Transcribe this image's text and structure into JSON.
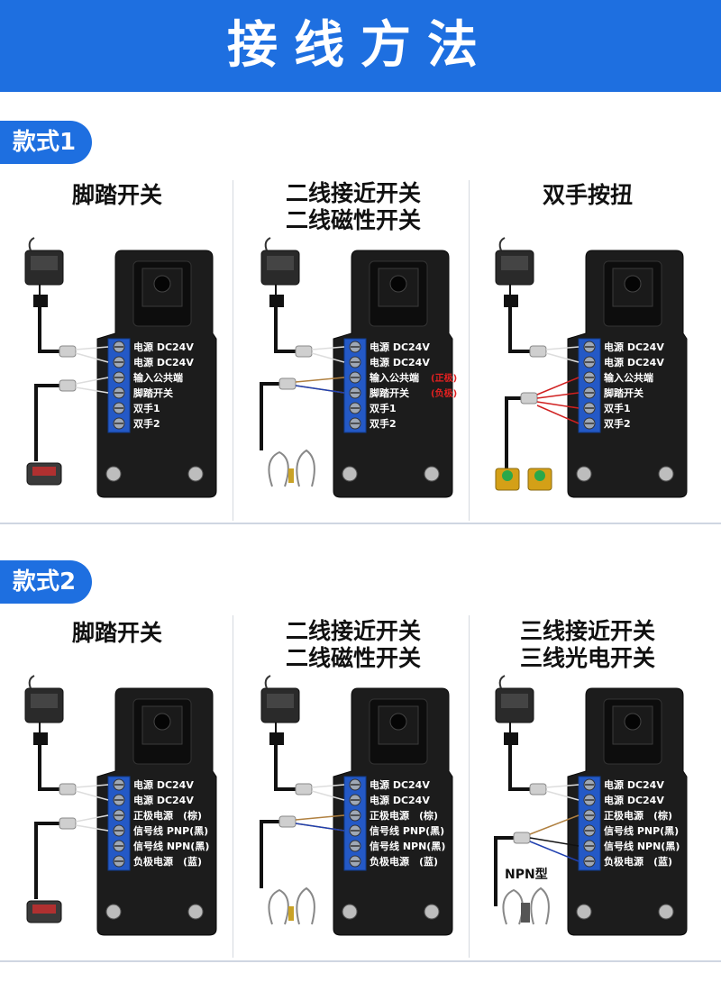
{
  "header": {
    "title": "接线方法"
  },
  "section1": {
    "label": "款式1",
    "panels": [
      {
        "title": [
          "脚踏开关"
        ],
        "terminals": [
          "电源 DC24V",
          "电源 DC24V",
          "输入公共端",
          "脚踏开关",
          "双手1",
          "双手2"
        ]
      },
      {
        "title": [
          "二线接近开关",
          "二线磁性开关"
        ],
        "terminals": [
          "电源 DC24V",
          "电源 DC24V",
          "输入公共端",
          "脚踏开关",
          "双手1",
          "双手2"
        ],
        "notes": [
          "(正极)",
          "(负极)"
        ]
      },
      {
        "title": [
          "双手按扭"
        ],
        "terminals": [
          "电源 DC24V",
          "电源 DC24V",
          "输入公共端",
          "脚踏开关",
          "双手1",
          "双手2"
        ]
      }
    ]
  },
  "section2": {
    "label": "款式2",
    "panels": [
      {
        "title": [
          "脚踏开关"
        ],
        "terminals": [
          "电源 DC24V",
          "电源 DC24V",
          "正极电源　(棕)",
          "信号线 PNP(黑)",
          "信号线 NPN(黑)",
          "负极电源　(蓝)"
        ]
      },
      {
        "title": [
          "二线接近开关",
          "二线磁性开关"
        ],
        "terminals": [
          "电源 DC24V",
          "电源 DC24V",
          "正极电源　(棕)",
          "信号线 PNP(黑)",
          "信号线 NPN(黑)",
          "负极电源　(蓝)"
        ]
      },
      {
        "title": [
          "三线接近开关",
          "三线光电开关"
        ],
        "terminals": [
          "电源 DC24V",
          "电源 DC24V",
          "正极电源　(棕)",
          "信号线 PNP(黑)",
          "信号线 NPN(黑)",
          "负极电源　(蓝)"
        ],
        "note": "NPN型"
      }
    ]
  }
}
